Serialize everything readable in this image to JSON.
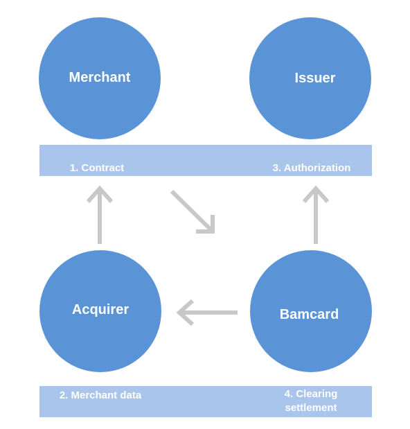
{
  "nodes": {
    "merchant": "Merchant",
    "issuer": "Issuer",
    "acquirer": "Acquirer",
    "bamcard": "Bamcard"
  },
  "labels": {
    "contract": "1. Contract",
    "authorization": "3. Authorization",
    "merchant_data": "2. Merchant data",
    "clearing_settlement": "4. Clearing settlement"
  },
  "colors": {
    "node_fill": "#5b94d6",
    "band_fill": "#a9c5eb",
    "arrow": "#c8c8c8",
    "text": "#ffffff"
  }
}
